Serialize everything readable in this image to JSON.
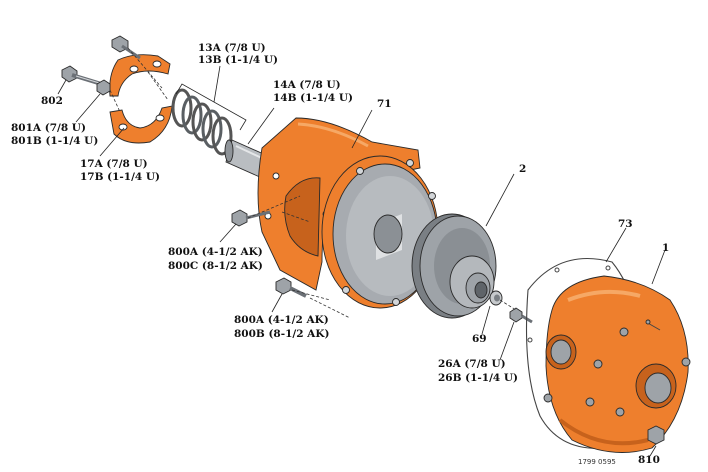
{
  "colors": {
    "orange": "#ee7f2d",
    "orange_dark": "#c7621c",
    "orange_light": "#f6a865",
    "steel": "#9ea3a8",
    "steel_dark": "#6b7076",
    "steel_light": "#d3d6d9"
  },
  "callouts": {
    "c13a": "13A (7/8 U)",
    "c13b": "13B (1-1/4 U)",
    "c14a": "14A (7/8 U)",
    "c14b": "14B (1-1/4 U)",
    "c71": "71",
    "c802": "802",
    "c801a": "801A (7/8 U)",
    "c801b": "801B (1-1/4 U)",
    "c17a": "17A (7/8 U)",
    "c17b": "17B (1-1/4 U)",
    "c2": "2",
    "c73": "73",
    "c1": "1",
    "c800a_1": "800A (4-1/2 AK)",
    "c800c": "800C (8-1/2 AK)",
    "c800a_2": "800A (4-1/2 AK)",
    "c800b": "800B (8-1/2 AK)",
    "c69": "69",
    "c26a": "26A (7/8 U)",
    "c26b": "26B (1-1/4 U)",
    "c810": "810"
  },
  "drawing_code": "1799 0595"
}
